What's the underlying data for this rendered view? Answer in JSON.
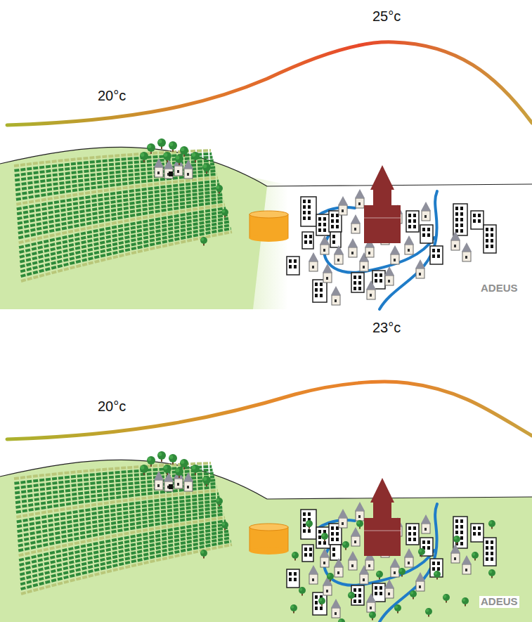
{
  "diagram": {
    "labels": [
      "20°c",
      "25°c",
      "ADEUS",
      "20°c",
      "23°c",
      "ADEUS"
    ]
  }
}
